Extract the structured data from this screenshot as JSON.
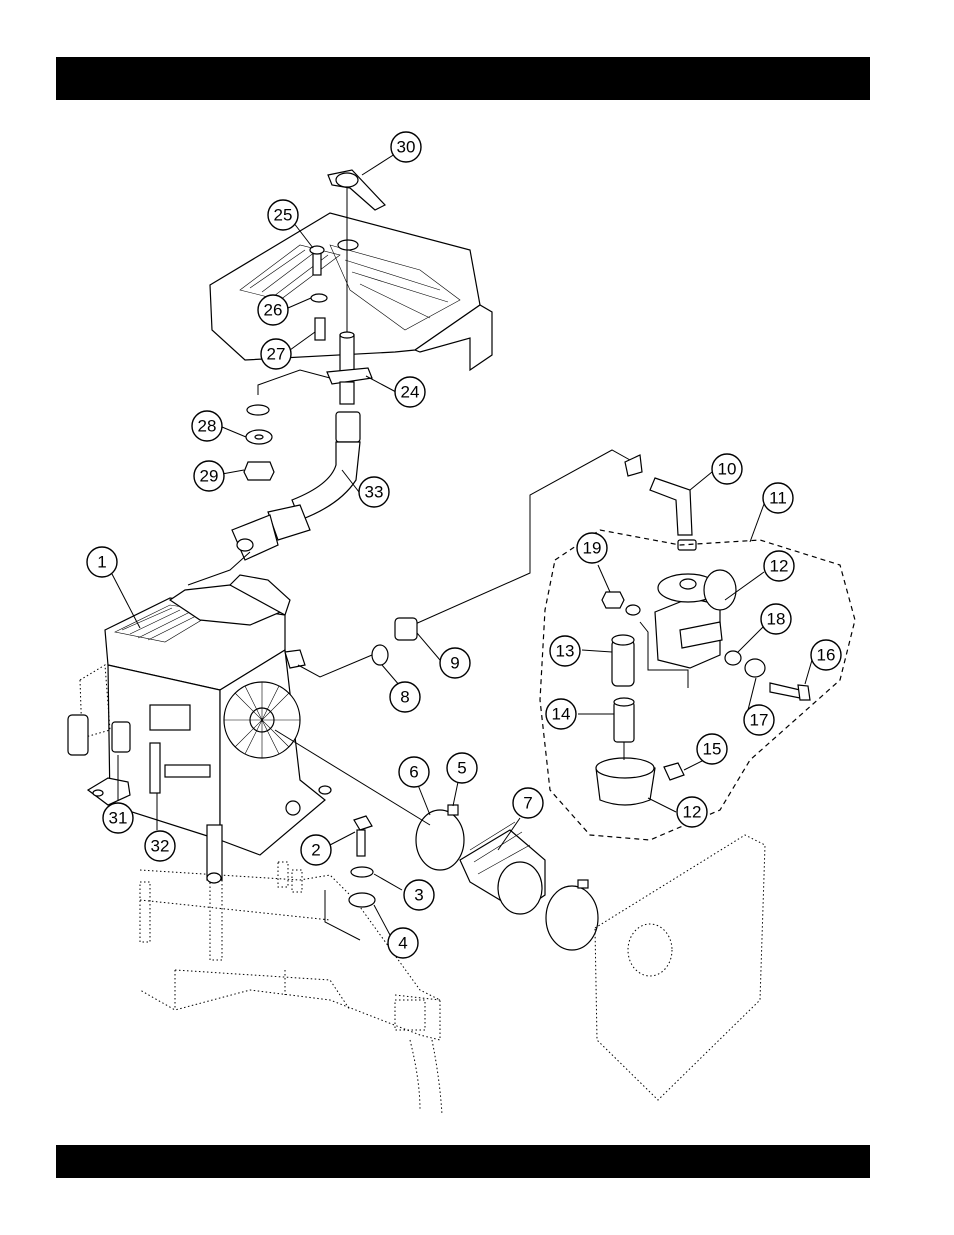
{
  "page": {
    "colors": {
      "bar": "#000000",
      "background": "#ffffff",
      "line": "#000000"
    }
  },
  "callouts": [
    {
      "id": "30",
      "label": "30"
    },
    {
      "id": "25",
      "label": "25"
    },
    {
      "id": "26",
      "label": "26"
    },
    {
      "id": "27",
      "label": "27"
    },
    {
      "id": "24",
      "label": "24"
    },
    {
      "id": "28",
      "label": "28"
    },
    {
      "id": "29",
      "label": "29"
    },
    {
      "id": "33",
      "label": "33"
    },
    {
      "id": "10",
      "label": "10"
    },
    {
      "id": "11",
      "label": "11"
    },
    {
      "id": "19",
      "label": "19"
    },
    {
      "id": "12a",
      "label": "12"
    },
    {
      "id": "18",
      "label": "18"
    },
    {
      "id": "16",
      "label": "16"
    },
    {
      "id": "13",
      "label": "13"
    },
    {
      "id": "17",
      "label": "17"
    },
    {
      "id": "14",
      "label": "14"
    },
    {
      "id": "15",
      "label": "15"
    },
    {
      "id": "12b",
      "label": "12"
    },
    {
      "id": "1",
      "label": "1"
    },
    {
      "id": "9",
      "label": "9"
    },
    {
      "id": "8",
      "label": "8"
    },
    {
      "id": "6",
      "label": "6"
    },
    {
      "id": "5",
      "label": "5"
    },
    {
      "id": "7",
      "label": "7"
    },
    {
      "id": "31",
      "label": "31"
    },
    {
      "id": "32",
      "label": "32"
    },
    {
      "id": "2",
      "label": "2"
    },
    {
      "id": "3",
      "label": "3"
    },
    {
      "id": "4",
      "label": "4"
    }
  ]
}
